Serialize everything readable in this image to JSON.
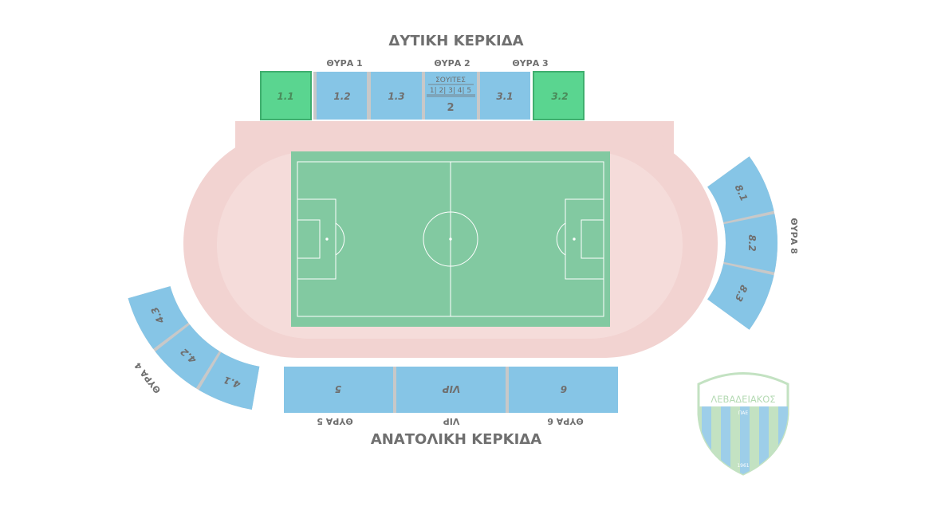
{
  "colors": {
    "section": "#86c5e6",
    "section_available": "#5ad590",
    "divider": "#c8c8c8",
    "track": "#f2d3d1",
    "track_inner": "#f5dcda",
    "pitch": "#82c9a1",
    "label": "#6f6f6f"
  },
  "west_stand": {
    "title": "ΔΥΤΙΚΗ ΚΕΡΚΙΔΑ",
    "gates": [
      "ΘΥΡΑ 1",
      "ΘΥΡΑ 2",
      "ΘΥΡΑ 3"
    ],
    "sections": [
      {
        "label": "1.1",
        "available": true
      },
      {
        "label": "1.2",
        "available": false
      },
      {
        "label": "1.3",
        "available": false
      },
      {
        "label": "2",
        "available": false
      },
      {
        "label": "3.1",
        "available": false
      },
      {
        "label": "3.2",
        "available": true
      }
    ],
    "suites": {
      "title": "ΣΟΥΙΤΕΣ",
      "numbers": "1| 2| 3| 4| 5"
    }
  },
  "east_stand": {
    "title": "ΑΝΑΤΟΛΙΚΗ ΚΕΡΚΙΔΑ",
    "gates": [
      "ΘΥΡΑ 5",
      "VIP",
      "ΘΥΡΑ 6"
    ],
    "sections": [
      {
        "label": "5"
      },
      {
        "label": "VIP"
      },
      {
        "label": "6"
      }
    ]
  },
  "gate4": {
    "label": "ΘΥΡΑ 4",
    "sections": [
      {
        "label": "4.1"
      },
      {
        "label": "4.2"
      },
      {
        "label": "4.3"
      }
    ]
  },
  "gate8": {
    "label": "ΘΥΡΑ 8",
    "sections": [
      {
        "label": "8.1"
      },
      {
        "label": "8.2"
      },
      {
        "label": "8.3"
      }
    ]
  },
  "logo": {
    "name": "ΛΕΒΑΔΕΙΑΚΟΣ",
    "sub": "ΠΑΕ",
    "year": "1961"
  }
}
